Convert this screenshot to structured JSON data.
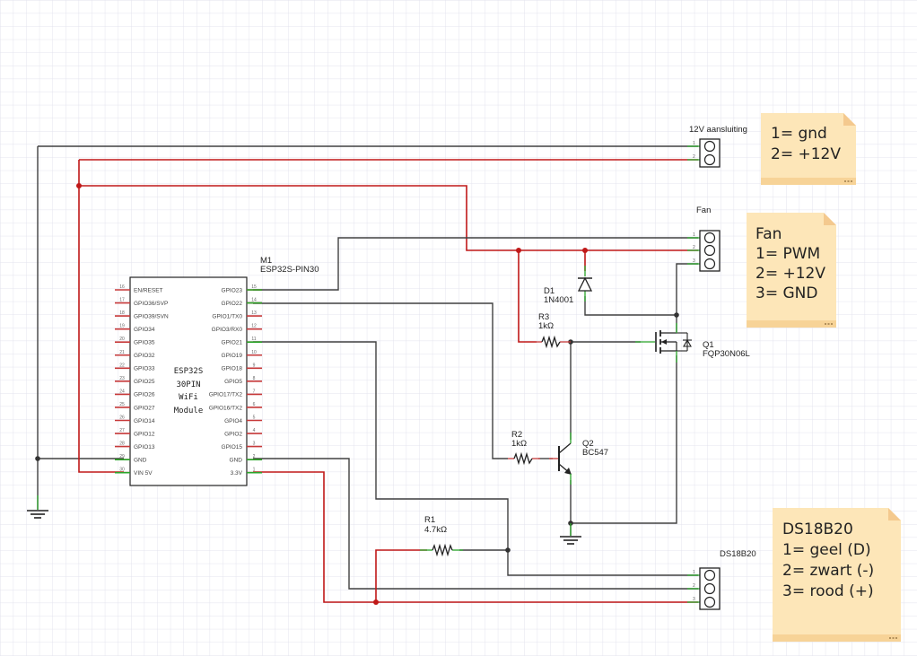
{
  "notes": {
    "power": {
      "lines": [
        "1= gnd",
        "2= +12V"
      ]
    },
    "fan": {
      "lines": [
        "Fan",
        "1= PWM",
        "2= +12V",
        "3= GND"
      ]
    },
    "sensor": {
      "lines": [
        "DS18B20",
        "1= geel (D)",
        "2= zwart (-)",
        "3= rood (+)"
      ]
    }
  },
  "connectors": {
    "power": {
      "label": "12V aansluiting",
      "pins": [
        "1",
        "2"
      ]
    },
    "fan": {
      "label": "Fan",
      "pins": [
        "1",
        "2",
        "3"
      ]
    },
    "sensor": {
      "label": "DS18B20",
      "pins": [
        "1",
        "2",
        "3"
      ]
    }
  },
  "module": {
    "ref": "M1",
    "part": "ESP32S-PIN30",
    "chip_text": [
      "ESP32S",
      "30PIN",
      "WiFi",
      "Module"
    ],
    "left_pins": [
      {
        "name": "EN/RESET",
        "num": "16"
      },
      {
        "name": "GPIO36/SVP",
        "num": "17"
      },
      {
        "name": "GPIO39/SVN",
        "num": "18"
      },
      {
        "name": "GPIO34",
        "num": "19"
      },
      {
        "name": "GPIO35",
        "num": "20"
      },
      {
        "name": "GPIO32",
        "num": "21"
      },
      {
        "name": "GPIO33",
        "num": "22"
      },
      {
        "name": "GPIO25",
        "num": "23"
      },
      {
        "name": "GPIO26",
        "num": "24"
      },
      {
        "name": "GPIO27",
        "num": "25"
      },
      {
        "name": "GPIO14",
        "num": "26"
      },
      {
        "name": "GPIO12",
        "num": "27"
      },
      {
        "name": "GPIO13",
        "num": "28"
      },
      {
        "name": "GND",
        "num": "29"
      },
      {
        "name": "VIN 5V",
        "num": "30"
      }
    ],
    "right_pins": [
      {
        "name": "GPIO23",
        "num": "15"
      },
      {
        "name": "GPIO22",
        "num": "14"
      },
      {
        "name": "GPIO1/TX0",
        "num": "13"
      },
      {
        "name": "GPIO3/RX0",
        "num": "12"
      },
      {
        "name": "GPIO21",
        "num": "11"
      },
      {
        "name": "GPIO19",
        "num": "10"
      },
      {
        "name": "GPIO18",
        "num": "9"
      },
      {
        "name": "GPIO5",
        "num": "8"
      },
      {
        "name": "GPIO17/TX2",
        "num": "7"
      },
      {
        "name": "GPIO16/TX2",
        "num": "6"
      },
      {
        "name": "GPIO4",
        "num": "5"
      },
      {
        "name": "GPIO2",
        "num": "4"
      },
      {
        "name": "GPIO15",
        "num": "3"
      },
      {
        "name": "GND",
        "num": "2"
      },
      {
        "name": "3.3V",
        "num": "1"
      }
    ]
  },
  "components": {
    "d1": {
      "ref": "D1",
      "value": "1N4001"
    },
    "r3": {
      "ref": "R3",
      "value": "1kΩ"
    },
    "r2": {
      "ref": "R2",
      "value": "1kΩ"
    },
    "r1": {
      "ref": "R1",
      "value": "4.7kΩ"
    },
    "q1": {
      "ref": "Q1",
      "value": "FQP30N06L"
    },
    "q2": {
      "ref": "Q2",
      "value": "BC547"
    }
  },
  "colors": {
    "grid": "#e3e3ee",
    "wire_black": "#404040",
    "wire_red": "#c01818",
    "note_fill": "#fde6b8",
    "note_fold": "#f4c98e",
    "lead_green": "#2aa52a"
  }
}
